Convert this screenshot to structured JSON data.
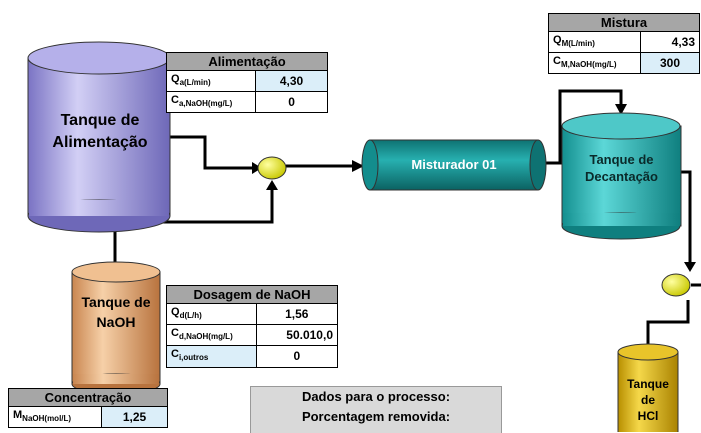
{
  "colors": {
    "feed_tank": "#9d97d8",
    "naoh_tank": "#e0a573",
    "decant_tank": "#2bb3b3",
    "hcl_tank": "#ddaf00",
    "mixer": "#138d8d",
    "junction": "#e6e600",
    "table_header": "#a6a6a6",
    "input_cell": "#dbeef9"
  },
  "icons": {
    "junction": "yellow-ellipse",
    "arrow": "arrowhead"
  },
  "units": {
    "feed_tank": {
      "line1": "Tanque de",
      "line2": "Alimentação"
    },
    "naoh_tank": {
      "line1": "Tanque de",
      "line2": "NaOH"
    },
    "decant_tank": {
      "line1": "Tanque de",
      "line2": "Decantação"
    },
    "hcl_tank": {
      "line1": "Tanque",
      "line2": "de",
      "line3": "HCl"
    },
    "mixer": {
      "label": "Misturador 01"
    }
  },
  "alimentacao": {
    "title": "Alimentação",
    "q_label": "Q",
    "q_sub": "a(L/min)",
    "q_value": "4,30",
    "c_label": "C",
    "c_sub": "a,NaOH(mg/L)",
    "c_value": "0"
  },
  "mistura": {
    "title": "Mistura",
    "q_label": "Q",
    "q_sub": "M(L/min)",
    "q_value": "4,33",
    "c_label": "C",
    "c_sub": "M,NaOH(mg/L)",
    "c_value": "300"
  },
  "dosagem": {
    "title": "Dosagem de NaOH",
    "q_label": "Q",
    "q_sub": "d(L/h)",
    "q_value": "1,56",
    "c_label": "C",
    "c_sub": "d,NaOH(mg/L)",
    "c_value": "50.010,0",
    "co_label": "C",
    "co_sub": "i,outros",
    "co_value": "0"
  },
  "concentracao": {
    "title": "Concentração",
    "m_label": "M",
    "m_sub": "NaOH(mol/L)",
    "m_value": "1,25"
  },
  "processo": {
    "line1": "Dados para o processo:",
    "line2": "Porcentagem removida:"
  }
}
